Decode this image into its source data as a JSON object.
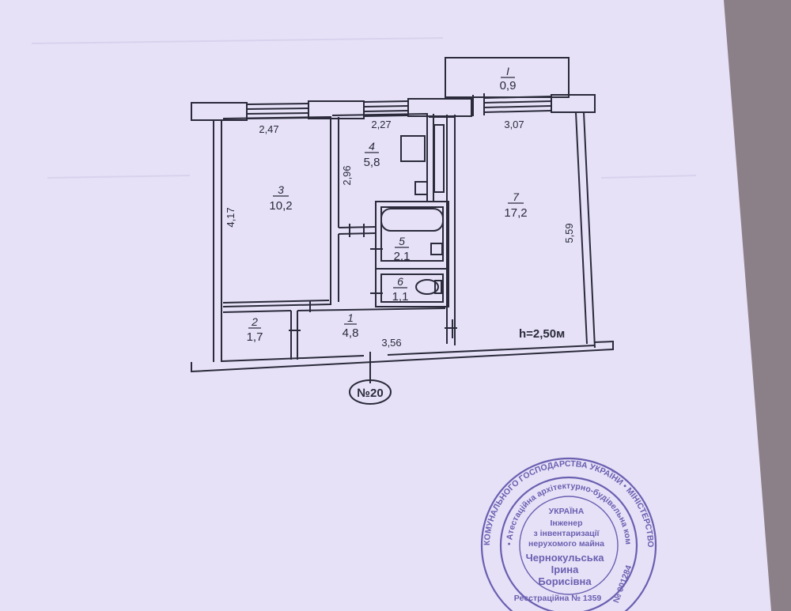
{
  "colors": {
    "paper": "#e6e1f7",
    "ink": "#2a2a3a",
    "stamp": "#6a5fb0"
  },
  "rooms": [
    {
      "id": "balcony",
      "number": "I",
      "area": "0,9"
    },
    {
      "id": "room-2",
      "number": "2",
      "area": "1,7"
    },
    {
      "id": "room-3",
      "number": "3",
      "area": "10,2"
    },
    {
      "id": "room-4",
      "number": "4",
      "area": "5,8"
    },
    {
      "id": "room-5",
      "number": "5",
      "area": "2,1"
    },
    {
      "id": "room-6",
      "number": "6",
      "area": "1,1"
    },
    {
      "id": "room-7",
      "number": "7",
      "area": "17,2"
    },
    {
      "id": "hall",
      "number": "1",
      "area": "4,8"
    }
  ],
  "dimensions": {
    "d1": "2,47",
    "d2": "2,27",
    "d3": "3,07",
    "d4": "4,17",
    "d5": "2,96",
    "d6": "5,59",
    "d7": "3,56"
  },
  "ceiling_height": "h=2,50м",
  "apartment_number": "№20",
  "stamp": {
    "outer_top": "КОМУНАЛЬНОГО ГОСПОДАРСТВА УКРАЇНИ • МІНІСТЕРСТВО РЕГІОНАЛЬНОГО РОЗВИТКУ",
    "inner_top": "• Атестаційна архітектурно-будівельна комісія",
    "country": "УКРАЇНА",
    "line1": "Інженер",
    "line2": "з інвентаризації",
    "line3": "нерухомого майна",
    "name1": "Чернокульська",
    "name2": "Ірина",
    "name3": "Борисівна",
    "registration": "Реєстраційна № 1359",
    "cert": "№ 001284"
  }
}
